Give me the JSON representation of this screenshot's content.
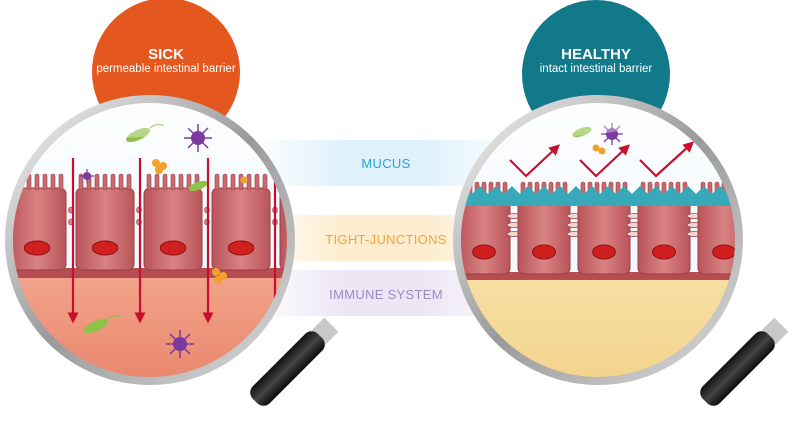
{
  "sick": {
    "title": "SICK",
    "subtitle": "permeable intestinal barrier"
  },
  "healthy": {
    "title": "HEALTHY",
    "subtitle": "intact intestinal barrier"
  },
  "layers": {
    "mucus": "MUCUS",
    "tight_junctions": "TIGHT-JUNCTIONS",
    "immune_system": "IMMUNE SYSTEM"
  },
  "colors": {
    "sick_badge": "#e4571e",
    "healthy_badge": "#11798a",
    "mucus_label": "#2aa3d8",
    "tight_label": "#f2a53a",
    "immune_label": "#9b8ac4",
    "arrow_red": "#c8102e"
  }
}
